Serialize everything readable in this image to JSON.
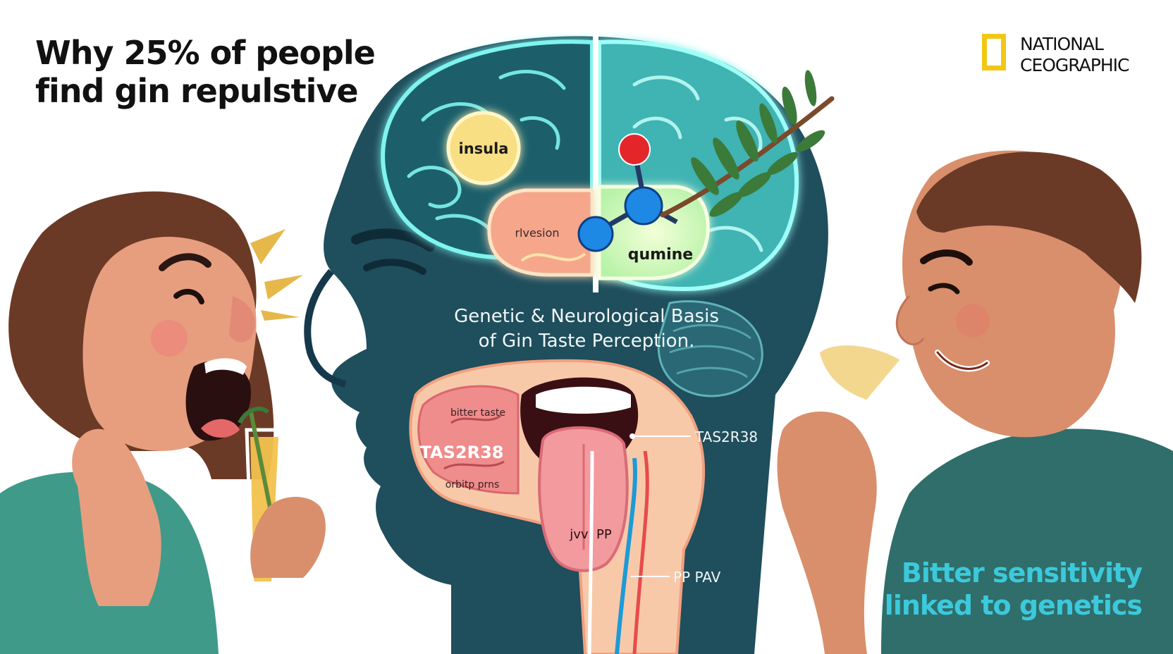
{
  "headline": {
    "line1": "Why 25% of people",
    "line2": "find gin repulstive"
  },
  "brand": {
    "line1": "NATIONAL",
    "line2": "CEOGRAPHIC",
    "mark_color": "#f2c714"
  },
  "center_title": {
    "line1": "Genetic & Neurological Basis",
    "line2": "of Gin Taste Perception."
  },
  "brain_labels": {
    "insula": "insula",
    "region": "rlvesion",
    "molecule": "qumine"
  },
  "mouth_labels": {
    "bitter": "bitter taste",
    "gene": "TAS2R38",
    "orbit": "orbitp prns",
    "tongue": "jvv, PP",
    "gene_pointer": "TAS2R38",
    "nerve_pointer": "PP PAV"
  },
  "caption": {
    "line1": "Bitter sensitivity",
    "line2": "linked to genetics"
  },
  "colors": {
    "head": "#1f4e5c",
    "brain_glow": "#7ff4ee",
    "insula": "#f8df84",
    "caption": "#3cc9dc",
    "skin": "#d98f6c"
  }
}
